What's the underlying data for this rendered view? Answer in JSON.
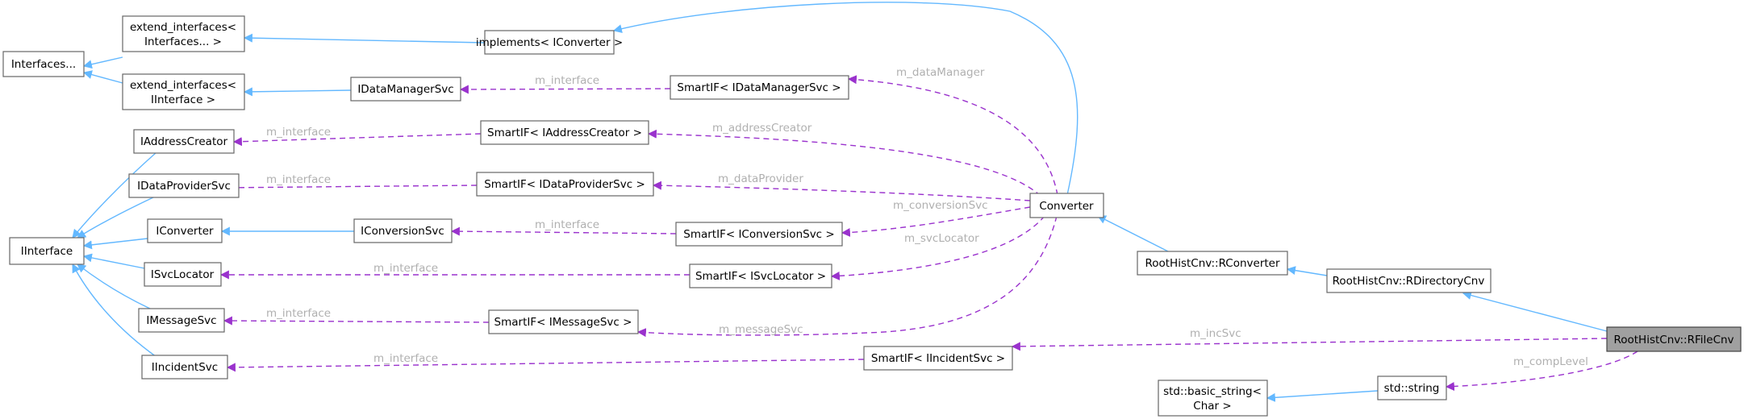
{
  "nodes": {
    "interfaces": {
      "lines": [
        "Interfaces..."
      ]
    },
    "extend_interfaces_interfaces": {
      "lines": [
        "extend_interfaces<",
        "Interfaces... >"
      ]
    },
    "extend_interfaces_iinterface": {
      "lines": [
        "extend_interfaces<",
        "IInterface >"
      ]
    },
    "implements_iconverter": {
      "lines": [
        "implements< IConverter >"
      ]
    },
    "idatamanagersvc": {
      "lines": [
        "IDataManagerSvc"
      ]
    },
    "smartif_idatamanagersvc": {
      "lines": [
        "SmartIF< IDataManagerSvc >"
      ]
    },
    "iaddresscreator": {
      "lines": [
        "IAddressCreator"
      ]
    },
    "smartif_iaddresscreator": {
      "lines": [
        "SmartIF< IAddressCreator >"
      ]
    },
    "idataprovidersvc": {
      "lines": [
        "IDataProviderSvc"
      ]
    },
    "smartif_idataprovidersvc": {
      "lines": [
        "SmartIF< IDataProviderSvc >"
      ]
    },
    "iinterface": {
      "lines": [
        "IInterface"
      ]
    },
    "iconverter": {
      "lines": [
        "IConverter"
      ]
    },
    "iconversionsvc": {
      "lines": [
        "IConversionSvc"
      ]
    },
    "smartif_iconversionsvc": {
      "lines": [
        "SmartIF< IConversionSvc >"
      ]
    },
    "isvclocator": {
      "lines": [
        "ISvcLocator"
      ]
    },
    "smartif_isvclocator": {
      "lines": [
        "SmartIF< ISvcLocator >"
      ]
    },
    "imessagesvc": {
      "lines": [
        "IMessageSvc"
      ]
    },
    "smartif_imessagesvc": {
      "lines": [
        "SmartIF< IMessageSvc >"
      ]
    },
    "iincidentsvc": {
      "lines": [
        "IIncidentSvc"
      ]
    },
    "smartif_iincidentsvc": {
      "lines": [
        "SmartIF< IIncidentSvc >"
      ]
    },
    "converter": {
      "lines": [
        "Converter"
      ]
    },
    "rconverter": {
      "lines": [
        "RootHistCnv::RConverter"
      ]
    },
    "rdirectorycnv": {
      "lines": [
        "RootHistCnv::RDirectoryCnv"
      ]
    },
    "rfilecnv": {
      "lines": [
        "RootHistCnv::RFileCnv"
      ]
    },
    "std_string": {
      "lines": [
        "std::string"
      ]
    },
    "std_basic_string": {
      "lines": [
        "std::basic_string<",
        "Char >"
      ]
    }
  },
  "edge_labels": {
    "m_interface_datamanager": "m_interface",
    "m_datamanager": "m_dataManager",
    "m_interface_addresscreator": "m_interface",
    "m_addresscreator": "m_addressCreator",
    "m_interface_dataprovider": "m_interface",
    "m_dataprovider": "m_dataProvider",
    "m_interface_conversionsvc": "m_interface",
    "m_conversionsvc": "m_conversionSvc",
    "m_interface_svclocator": "m_interface",
    "m_svclocator": "m_svcLocator",
    "m_interface_messagesvc": "m_interface",
    "m_messagesvc": "m_messageSvc",
    "m_interface_incidentsvc": "m_interface",
    "m_incsvc": "m_incSvc",
    "m_complevel": "m_compLevel"
  },
  "colors": {
    "inheritance_edge": "#63b8ff",
    "usage_edge": "#9a32cd",
    "edge_label": "#b0b0b0",
    "root_node_fill": "#a0a0a0"
  }
}
